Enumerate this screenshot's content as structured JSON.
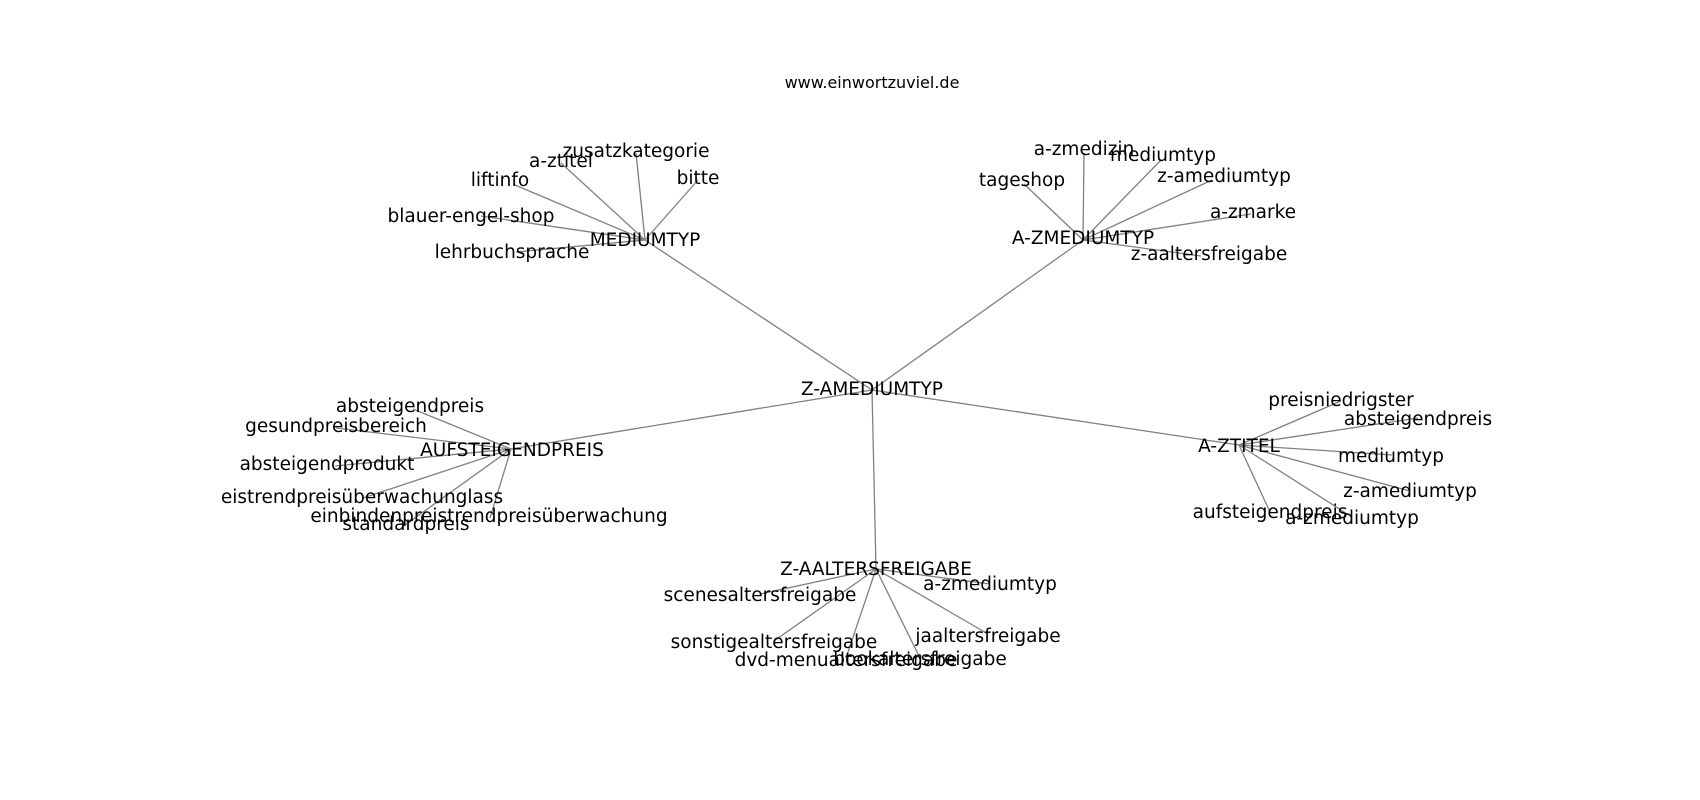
{
  "title": "www.einwortzuviel.de",
  "diagram": {
    "root": "Z-AMEDIUMTYP",
    "branches": [
      {
        "label": "MEDIUMTYP",
        "leaves": [
          "zusatzkategorie",
          "a-ztitel",
          "bitte",
          "liftinfo",
          "blauer-engel-shop",
          "lehrbuchsprache"
        ]
      },
      {
        "label": "A-ZMEDIUMTYP",
        "leaves": [
          "a-zmedizin",
          "mediumtyp",
          "tageshop",
          "z-amediumtyp",
          "a-zmarke",
          "z-aaltersfreigabe"
        ]
      },
      {
        "label": "AUFSTEIGENDPREIS",
        "leaves": [
          "absteigendpreis",
          "gesundpreisbereich",
          "absteigendprodukt",
          "eistrendpreisüberwachunglass",
          "einbindenpreistrendpreisüberwachung",
          "standardpreis"
        ]
      },
      {
        "label": "A-ZTITEL",
        "leaves": [
          "preisniedrigster",
          "absteigendpreis",
          "mediumtyp",
          "z-amediumtyp",
          "aufsteigendpreis",
          "a-zmediumtyp"
        ]
      },
      {
        "label": "Z-AALTERSFREIGABE",
        "leaves": [
          "scenesaltersfreigabe",
          "a-zmediumtyp",
          "jaaltersfreigabe",
          "sonstigealtersfreigabe",
          "dvd-menualtersfreigabe",
          "bookaltersfreigabe"
        ]
      }
    ]
  }
}
